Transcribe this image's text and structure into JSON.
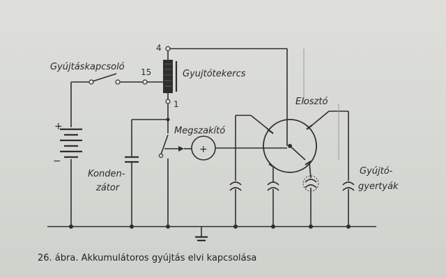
{
  "labels": {
    "ignition_switch": "Gyújtáskapcsoló",
    "ignition_coil": "Gyujtótekercs",
    "breaker": "Megszakító",
    "distributor": "Elosztó",
    "capacitor_line1": "Konden-",
    "capacitor_line2": "zátor",
    "spark_plugs_line1": "Gyújtó-",
    "spark_plugs_line2": "gyertyák",
    "terminal_4": "4",
    "terminal_15": "15",
    "terminal_1": "1",
    "plus_sign": "+",
    "minus_sign": "−",
    "cam_plus": "+"
  },
  "caption": "26. ábra. Akkumulátoros gyújtás elvi kapcsolása"
}
